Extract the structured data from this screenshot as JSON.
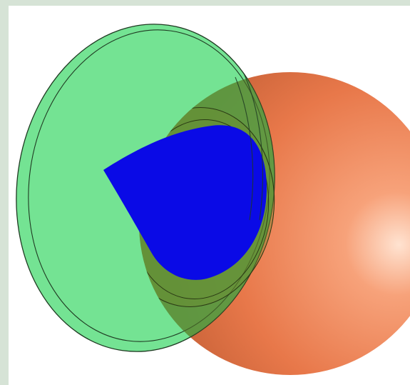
{
  "scene": {
    "background_color": "#ffffff",
    "frame_color": "#d6e3d6",
    "objects": [
      {
        "name": "sphere",
        "color": "#e8784a",
        "highlight": "#ffd6bd",
        "shadow": "#b04a22"
      },
      {
        "name": "translucent-disc",
        "color": "#3fd86a",
        "opacity": 0.6,
        "outline": "#1f3a22"
      },
      {
        "name": "cone",
        "color": "#0a0ae6"
      }
    ]
  }
}
